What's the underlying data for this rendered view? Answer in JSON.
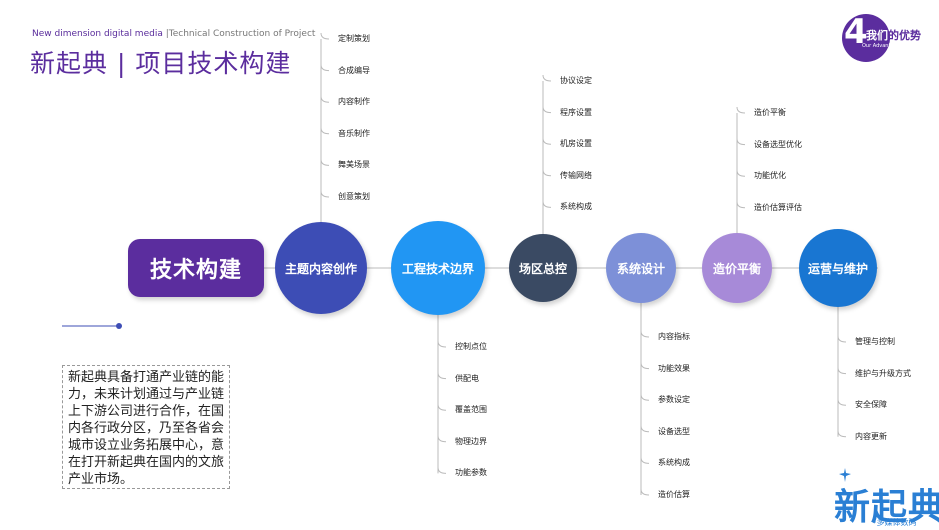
{
  "header": {
    "subtitle_en": "New dimension digital media",
    "subtitle_en2": "|Technical Construction of Project",
    "title": "新起典 | 项目技术构建"
  },
  "badge": {
    "number": "4",
    "title_white": "我们",
    "title_dark": "的优势",
    "subtitle": "Our Advantages."
  },
  "diagram": {
    "root": "技术构建",
    "nodes": [
      {
        "label": "主题内容创作",
        "color": "#3d4db5",
        "leaves": [
          "定制策划",
          "合成编导",
          "内容制作",
          "音乐制作",
          "舞美场景",
          "创意策划"
        ]
      },
      {
        "label": "工程技术边界",
        "color": "#2196f3",
        "leaves": [
          "控制点位",
          "供配电",
          "覆盖范围",
          "物理边界",
          "功能参数"
        ]
      },
      {
        "label": "场区总控",
        "color": "#3a4a63",
        "leaves": [
          "协议设定",
          "程序设置",
          "机房设置",
          "传输网络",
          "系统构成"
        ]
      },
      {
        "label": "系统设计",
        "color": "#7d90d8",
        "leaves": [
          "内容指标",
          "功能效果",
          "参数设定",
          "设备选型",
          "系统构成",
          "造价估算"
        ]
      },
      {
        "label": "造价平衡",
        "color": "#a78ad8",
        "leaves": [
          "造价平衡",
          "设备选型优化",
          "功能优化",
          "造价估算评估"
        ]
      },
      {
        "label": "运营与维护",
        "color": "#1976d2",
        "leaves": [
          "管理与控制",
          "维护与升级方式",
          "安全保障",
          "内容更新"
        ]
      }
    ]
  },
  "description": "新起典具备打通产业链的能力，未来计划通过与产业链上下游公司进行合作，在国内各行政分区，乃至各省会城市设立业务拓展中心，意在打开新起典在国内的文旅产业市场。",
  "logo": {
    "text": "新起典",
    "sub": "·多媒体数码"
  },
  "colors": {
    "brand": "#5b2d9e",
    "line": "#bbbbbb",
    "logo": "#2a7fd4"
  }
}
